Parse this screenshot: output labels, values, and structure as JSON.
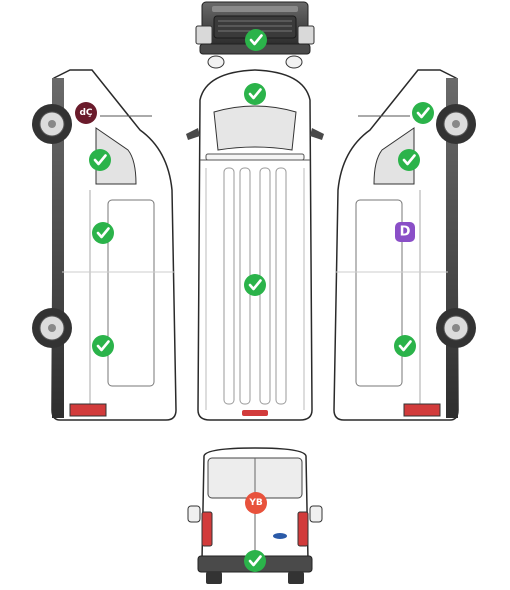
{
  "colors": {
    "ok": "#2bb34a",
    "damage_D": "#8a4fc7",
    "damage_YB": "#e8523c",
    "damage_dC": "#6a1b2b",
    "outline": "#2a2a2a",
    "body": "#ffffff",
    "trim": "#4a4a4a"
  },
  "views": [
    "front",
    "left-side",
    "top",
    "right-side",
    "rear"
  ],
  "markers": [
    {
      "id": "front-center",
      "view": "front",
      "status": "ok",
      "icon": "check-icon"
    },
    {
      "id": "top-windshield",
      "view": "top",
      "status": "ok",
      "icon": "check-icon"
    },
    {
      "id": "top-roof",
      "view": "top",
      "status": "ok",
      "icon": "check-icon"
    },
    {
      "id": "left-front-wheel",
      "view": "left-side",
      "status": "damage",
      "code": "dÇ",
      "icon": "damage-badge"
    },
    {
      "id": "left-cab-window",
      "view": "left-side",
      "status": "ok",
      "icon": "check-icon"
    },
    {
      "id": "left-side-door",
      "view": "left-side",
      "status": "ok",
      "icon": "check-icon"
    },
    {
      "id": "left-rear-panel",
      "view": "left-side",
      "status": "ok",
      "icon": "check-icon"
    },
    {
      "id": "right-front-wheel",
      "view": "right-side",
      "status": "ok",
      "icon": "check-icon"
    },
    {
      "id": "right-cab-window",
      "view": "right-side",
      "status": "ok",
      "icon": "check-icon"
    },
    {
      "id": "right-side-door",
      "view": "right-side",
      "status": "damage",
      "code": "D",
      "icon": "damage-badge"
    },
    {
      "id": "right-rear-panel",
      "view": "right-side",
      "status": "ok",
      "icon": "check-icon"
    },
    {
      "id": "rear-doors",
      "view": "rear",
      "status": "damage",
      "code": "YB",
      "icon": "damage-badge"
    },
    {
      "id": "rear-bumper",
      "view": "rear",
      "status": "ok",
      "icon": "check-icon"
    }
  ]
}
